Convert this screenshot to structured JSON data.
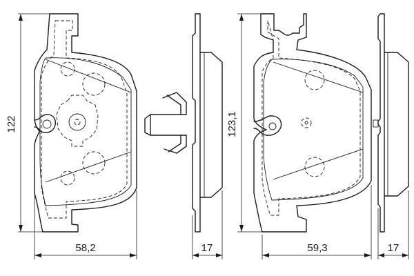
{
  "dimensions": {
    "pad1_height": "122",
    "pad1_width": "58,2",
    "pad1_thickness": "17",
    "pad2_height": "123,1",
    "pad2_width": "59,3",
    "pad2_thickness": "17"
  }
}
